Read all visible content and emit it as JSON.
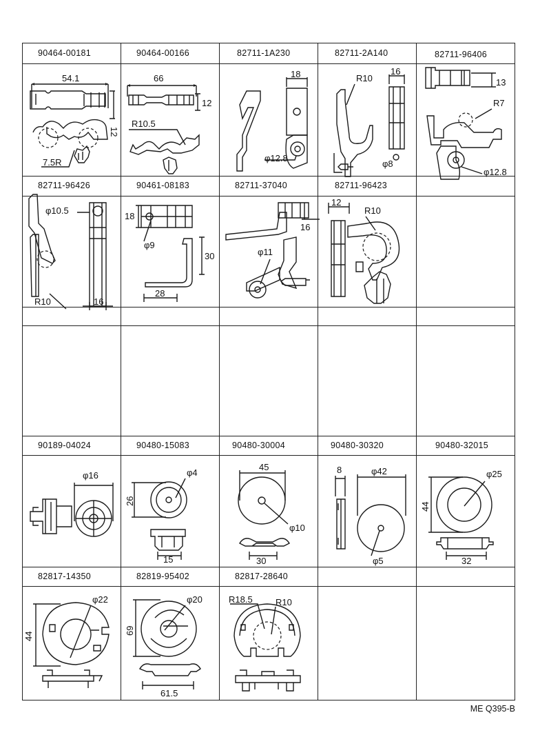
{
  "cells": [
    {
      "part": "90464-00181",
      "dims": [
        "54.1",
        "12",
        "7.5R"
      ]
    },
    {
      "part": "90464-00166",
      "dims": [
        "66",
        "12",
        "R10.5"
      ]
    },
    {
      "part": "82711-1A230",
      "dims": [
        "18",
        "φ12.8"
      ]
    },
    {
      "part": "82711-2A140",
      "dims": [
        "R10",
        "16",
        "φ8"
      ]
    },
    {
      "part": "82711-96406",
      "dims": [
        "13",
        "R7",
        "φ12.8"
      ]
    },
    {
      "part": "82711-96426",
      "dims": [
        "φ10.5",
        "R10",
        "16"
      ]
    },
    {
      "part": "90461-08183",
      "dims": [
        "18",
        "φ9",
        "30",
        "28"
      ]
    },
    {
      "part": "82711-37040",
      "dims": [
        "16",
        "φ11"
      ]
    },
    {
      "part": "82711-96423",
      "dims": [
        "12",
        "R10"
      ]
    },
    {
      "part": "90189-04024",
      "dims": [
        "φ16"
      ]
    },
    {
      "part": "90480-15083",
      "dims": [
        "φ4",
        "26",
        "15"
      ]
    },
    {
      "part": "90480-30004",
      "dims": [
        "45",
        "φ10",
        "30"
      ]
    },
    {
      "part": "90480-30320",
      "dims": [
        "8",
        "φ42",
        "φ5"
      ]
    },
    {
      "part": "90480-32015",
      "dims": [
        "φ25",
        "44",
        "32"
      ]
    },
    {
      "part": "82817-14350",
      "dims": [
        "φ22",
        "44"
      ]
    },
    {
      "part": "82819-95402",
      "dims": [
        "φ20",
        "69",
        "61.5"
      ]
    },
    {
      "part": "82817-28640",
      "dims": [
        "R18.5",
        "R10"
      ]
    }
  ],
  "footer": "ME Q395-B"
}
